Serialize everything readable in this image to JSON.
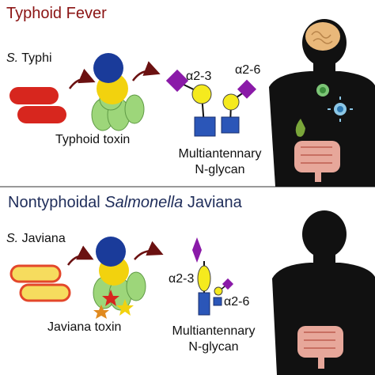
{
  "top_panel": {
    "title": "Typhoid Fever",
    "bacterium_prefix": "S.",
    "bacterium_name": "Typhi",
    "toxin_label": "Typhoid toxin",
    "linkage_1": "α2-3",
    "linkage_2": "α2-6",
    "glycan_line_1": "Multiantennary",
    "glycan_line_2": "N-glycan"
  },
  "bottom_panel": {
    "title_part_1": "Nontyphoidal",
    "title_part_2": "Salmonella",
    "title_part_3": "Javiana",
    "bacterium_prefix": "S.",
    "bacterium_name": "Javiana",
    "toxin_label": "Javiana toxin",
    "linkage_1": "α2-3",
    "linkage_2": "α2-6",
    "glycan_line_1": "Multiantennary",
    "glycan_line_2": "N-glycan"
  },
  "colors": {
    "top_title": "#8b1414",
    "bottom_title": "#1f2d5a",
    "typhi_bacteria": "#d7261e",
    "javiana_bacteria_fill": "#f6dc5e",
    "javiana_bacteria_outline": "#e3472a",
    "toxin_blue": "#1a3b9a",
    "toxin_yellow": "#f2d20e",
    "toxin_green": "#9dd67a",
    "sialic_acid": "#8a1aa8",
    "galactose": "#f5ea1e",
    "glcnac": "#2b56b8",
    "arrow": "#6b1111",
    "silhouette": "#111111",
    "intestine": "#e7a79a",
    "divider": "#999999"
  },
  "icons": [
    "brain-icon",
    "immune-cell-icon",
    "gallbladder-icon",
    "intestine-icon",
    "star-icon"
  ]
}
